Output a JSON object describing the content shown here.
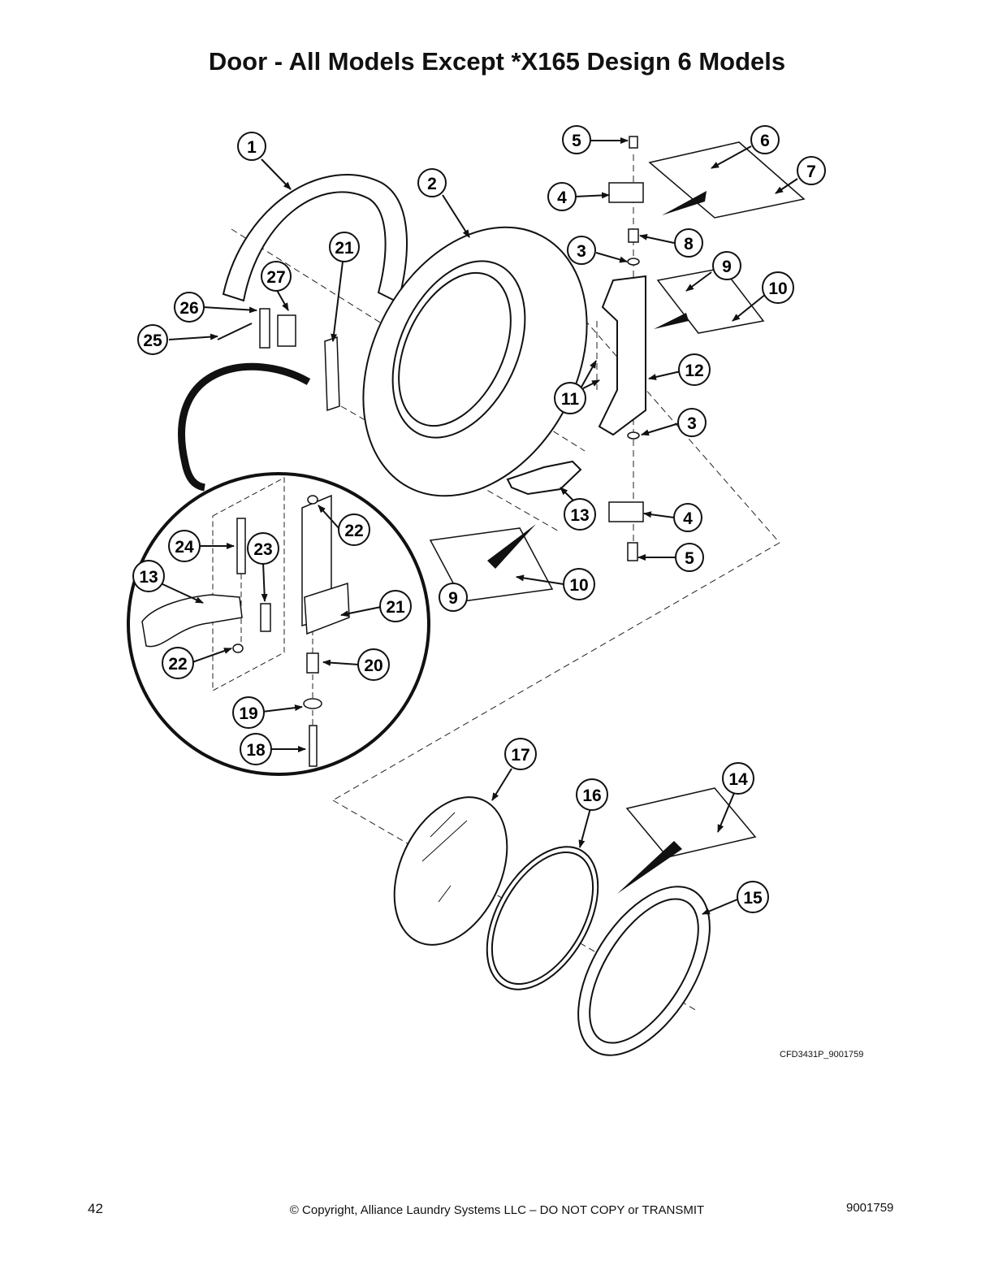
{
  "title": "Door - All Models Except *X165 Design 6 Models",
  "figure_id": "CFD3431P_9001759",
  "footer": {
    "page_number": "42",
    "copyright": "© Copyright, Alliance Laundry Systems LLC – DO NOT COPY or TRANSMIT",
    "document_number": "9001759"
  },
  "callouts": {
    "c1": "1",
    "c2": "2",
    "c3a": "3",
    "c3b": "3",
    "c4a": "4",
    "c4b": "4",
    "c5a": "5",
    "c5b": "5",
    "c6": "6",
    "c7": "7",
    "c8": "8",
    "c9a": "9",
    "c9b": "9",
    "c10a": "10",
    "c10b": "10",
    "c11": "11",
    "c12": "12",
    "c13a": "13",
    "c13b": "13",
    "c14": "14",
    "c15": "15",
    "c16": "16",
    "c17": "17",
    "c18": "18",
    "c19": "19",
    "c20": "20",
    "c21a": "21",
    "c21b": "21",
    "c22a": "22",
    "c22b": "22",
    "c23": "23",
    "c24": "24",
    "c25": "25",
    "c26": "26",
    "c27": "27"
  }
}
